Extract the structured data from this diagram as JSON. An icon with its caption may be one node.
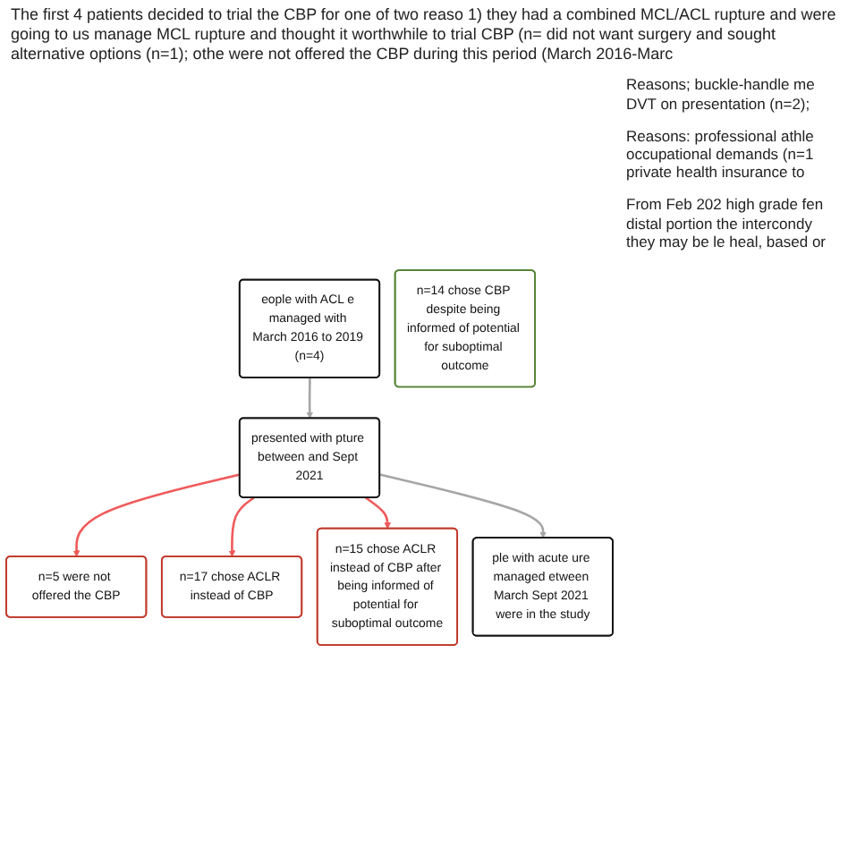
{
  "diagram": {
    "nodes": [
      {
        "text": [
          "eople with ACL e managed with March 2016 to 2019 (n=4)"
        ]
      },
      {
        "text": [
          "presented with pture between and Sept 2021"
        ]
      },
      {
        "text": [
          "n=5 were not offered the CBP"
        ]
      },
      {
        "text": [
          "n=17 chose ACLR instead of CBP"
        ]
      },
      {
        "text": [
          "n=15 chose ACLR instead of CBP after being informed of potential for suboptimal outcome"
        ]
      },
      {
        "text": [
          "n=14 chose CBP despite being informed of potential for suboptimal outcome"
        ]
      },
      {
        "text": [
          "ple with acute ure managed etween March Sept 2021 were in the study"
        ]
      }
    ],
    "edges": [
      {
        "from": 0,
        "to": 1,
        "arrow": "to",
        "color": "#a6a6a6"
      },
      {
        "from": 1,
        "to": 2,
        "arrow": "to"
      },
      {
        "from": 1,
        "to": 3,
        "arrow": "to"
      },
      {
        "from": 1,
        "to": 4,
        "arrow": "to"
      },
      {
        "from": 1,
        "to": 6,
        "arrow": "to",
        "color": "#a6a6a6"
      }
    ],
    "labels": [
      "The first 4 patients decided to trial the CBP for one of two reaso 1) they had a combined MCL/ACL rupture and were going to us manage MCL rupture and thought it worthwhile to trial CBP (n= did not want surgery and sought alternative options (n=1); othe were not offered the CBP during this period (March 2016-Marc",
      "Reasons; buckle-handle me DVT on presentation (n=2);",
      "Reasons: professional athle occupational demands (n=1 private health insurance to",
      "From Feb 202 high grade fen distal portion the intercondy they may be le heal, based or"
    ]
  }
}
